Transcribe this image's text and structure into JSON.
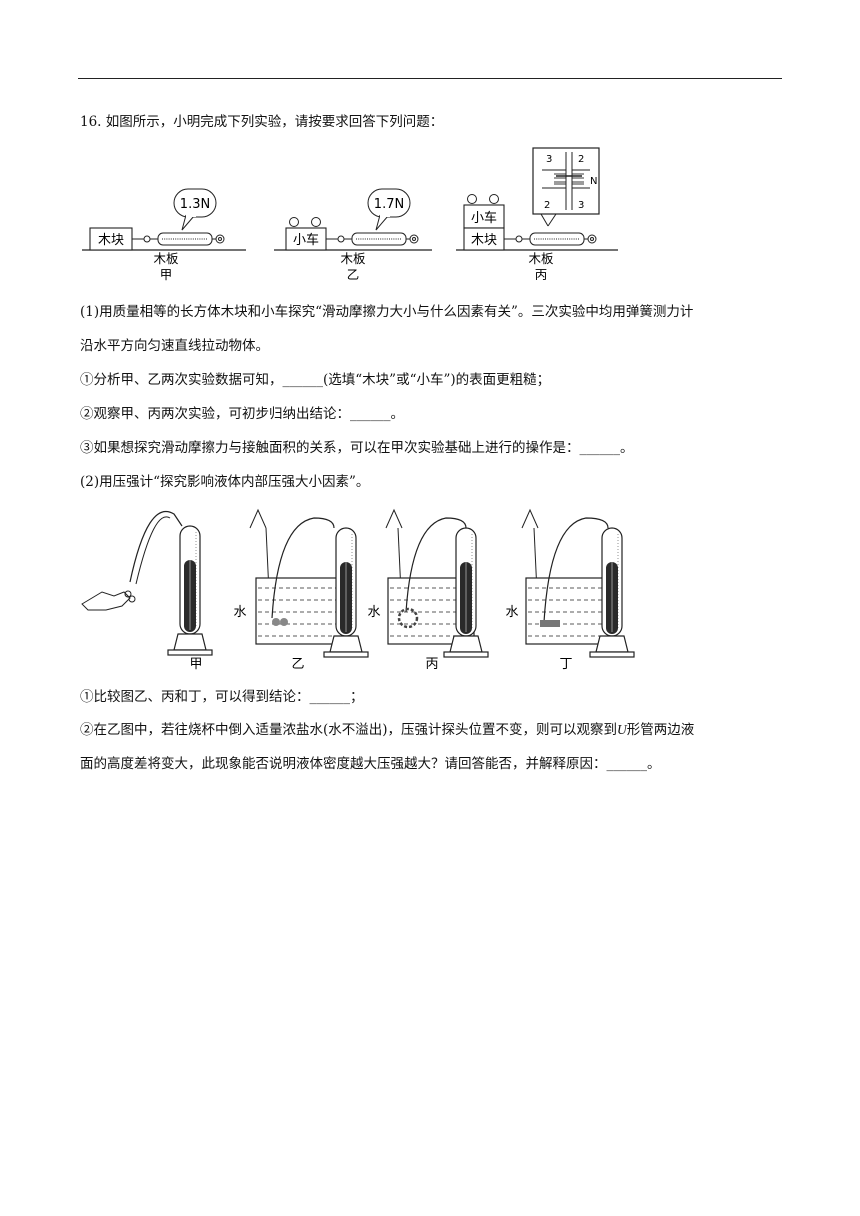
{
  "question": {
    "intro": "16. 如图所示，小明完成下列实验，请按要求回答下列问题："
  },
  "figure1": {
    "block_label": "木块",
    "car_label": "小车",
    "board_label": "木板",
    "reading_jia": "1.3N",
    "reading_yi": "1.7N",
    "caption_jia": "甲",
    "caption_yi": "乙",
    "caption_bing": "丙",
    "scale_n": "N",
    "scale_top": "2",
    "scale_mid": "3",
    "scale_bottom": "2",
    "scale_bottom2": "3"
  },
  "part1": {
    "text1": "(1)用质量相等的长方体木块和小车探究“滑动摩擦力大小与什么因素有关”。三次实验中均用弹簧测力计",
    "text2": "沿水平方向匀速直线拉动物体。",
    "q1": "①分析甲、乙两次实验数据可知，______(选填“木块”或“小车”)的表面更粗糙；",
    "q2": "②观察甲、丙两次实验，可初步归纳出结论：______。",
    "q3": "③如果想探究滑动摩擦力与接触面积的关系，可以在甲次实验基础上进行的操作是：______。"
  },
  "part2": {
    "title": "(2)用压强计“探究影响液体内部压强大小因素”。",
    "q1": "①比较图乙、丙和丁，可以得到结论：______；",
    "q2_before": "②在乙图中，若往烧杯中倒入适量浓盐水(水不溢出)，压强计探头位置不变，则可以观察到",
    "q2_u": "U",
    "q2_after": "形管两边液",
    "q2_line2": "面的高度差将变大，此现象能否说明液体密度越大压强越大？请回答能否，并解释原因：______。"
  },
  "figure2": {
    "water_label": "水",
    "caption_jia": "甲",
    "caption_yi": "乙",
    "caption_bing": "丙",
    "caption_ding": "丁"
  }
}
